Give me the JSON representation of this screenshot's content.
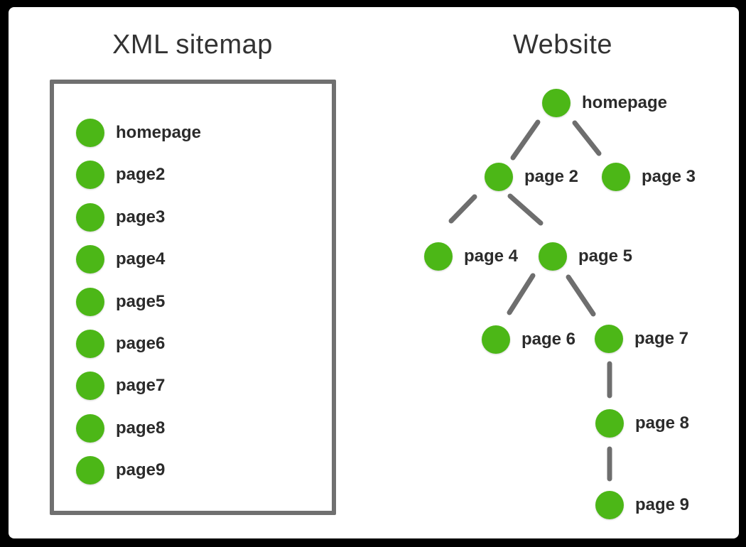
{
  "diagram": {
    "left_panel": {
      "title": "XML sitemap",
      "items": [
        "homepage",
        "page2",
        "page3",
        "page4",
        "page5",
        "page6",
        "page7",
        "page8",
        "page9"
      ]
    },
    "right_panel": {
      "title": "Website",
      "nodes": [
        "homepage",
        "page 2",
        "page 3",
        "page 4",
        "page 5",
        "page 6",
        "page 7",
        "page 8",
        "page 9"
      ],
      "edges": [
        [
          "homepage",
          "page 2"
        ],
        [
          "homepage",
          "page 3"
        ],
        [
          "page 2",
          "page 4"
        ],
        [
          "page 2",
          "page 5"
        ],
        [
          "page 5",
          "page 6"
        ],
        [
          "page 5",
          "page 7"
        ],
        [
          "page 7",
          "page 8"
        ],
        [
          "page 8",
          "page 9"
        ]
      ]
    },
    "colors": {
      "node_green": "#4cb717",
      "edge_gray": "#6e6e6e",
      "box_border": "#707070",
      "title_text": "#333333",
      "label_text": "#2b2b2b",
      "sheet_background": "#ffffff",
      "frame_background": "#000000"
    }
  }
}
